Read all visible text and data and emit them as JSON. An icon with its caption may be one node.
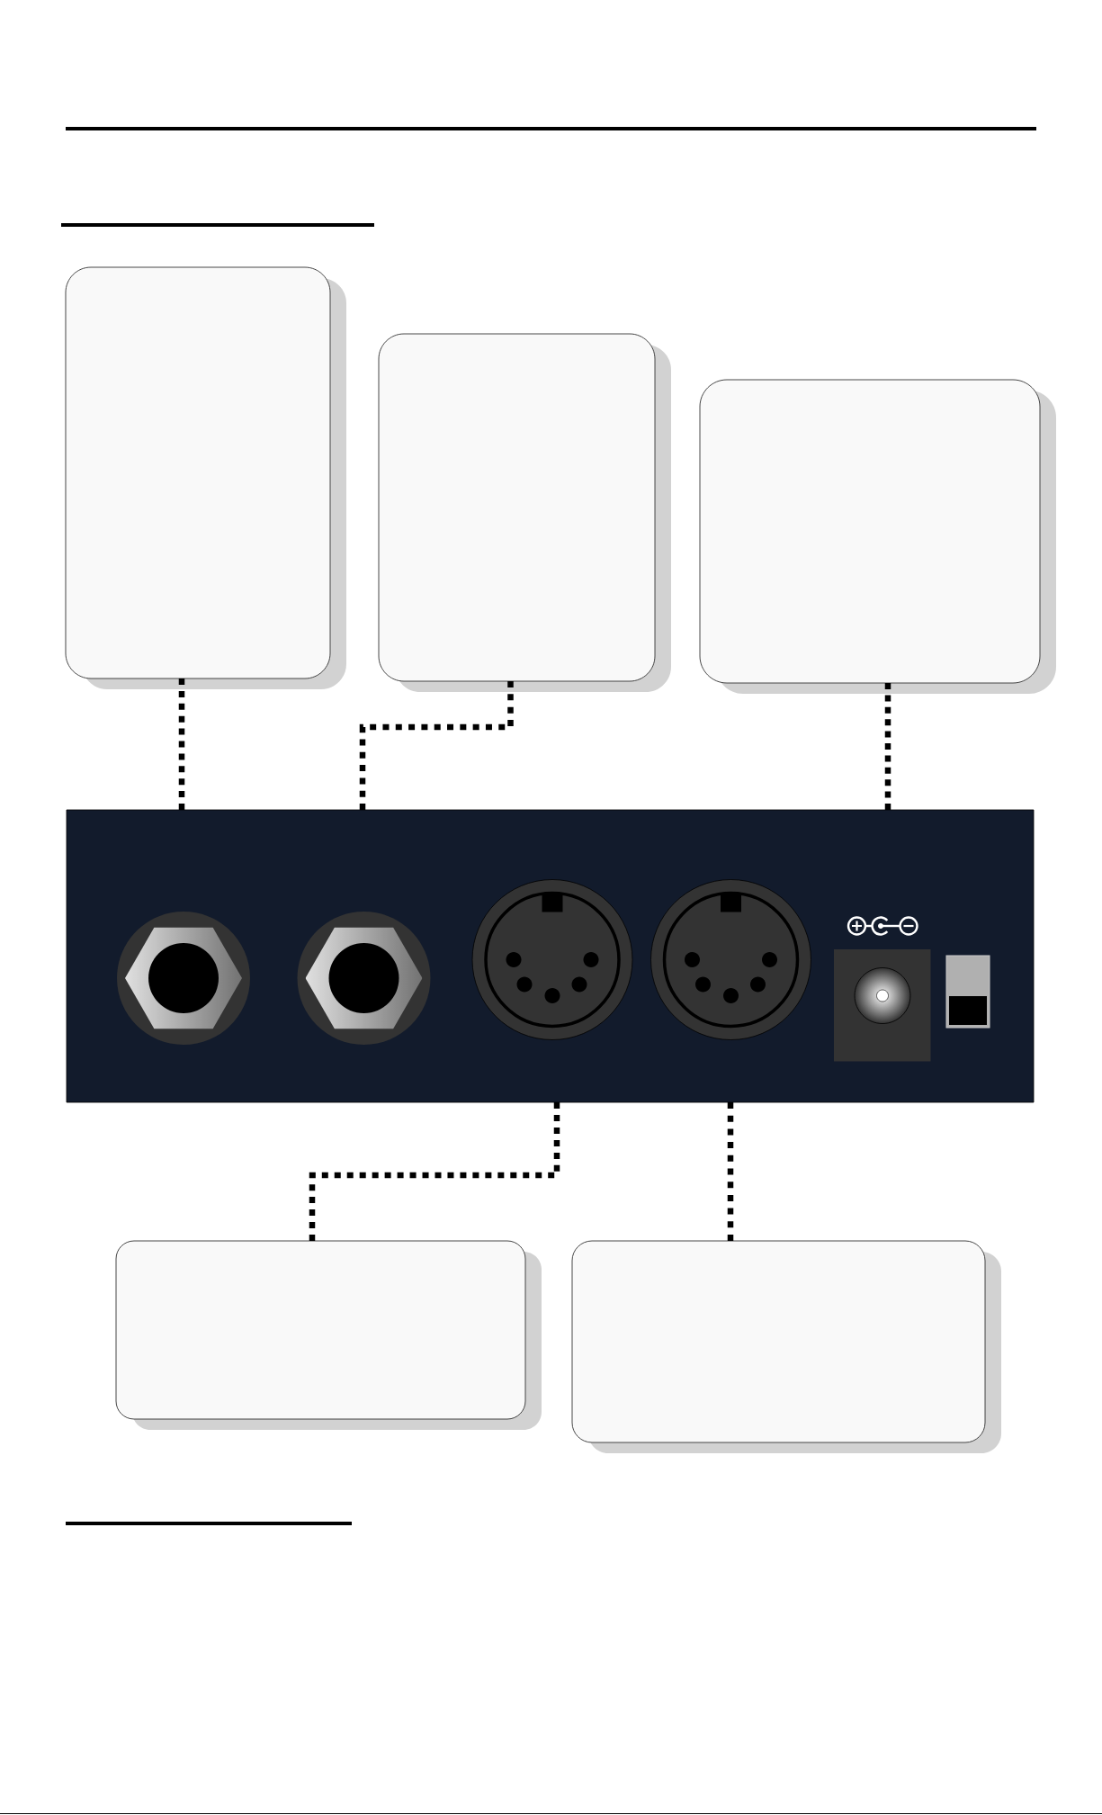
{
  "diagram": {
    "nodes": [
      {
        "text": [],
        "shape": "box"
      },
      {
        "text": [],
        "shape": "box"
      },
      {
        "text": [],
        "shape": "box"
      },
      {
        "text": [],
        "shape": "picture"
      },
      {
        "text": [],
        "shape": "box"
      },
      {
        "text": [],
        "shape": "box"
      }
    ],
    "edges": [
      {
        "from": 0,
        "to": 3,
        "arrow": "none"
      },
      {
        "from": 1,
        "to": 3,
        "arrow": "none"
      },
      {
        "from": 2,
        "to": 3,
        "arrow": "none"
      },
      {
        "from": 3,
        "to": 4,
        "arrow": "none"
      },
      {
        "from": 3,
        "to": 5,
        "arrow": "none"
      }
    ]
  }
}
